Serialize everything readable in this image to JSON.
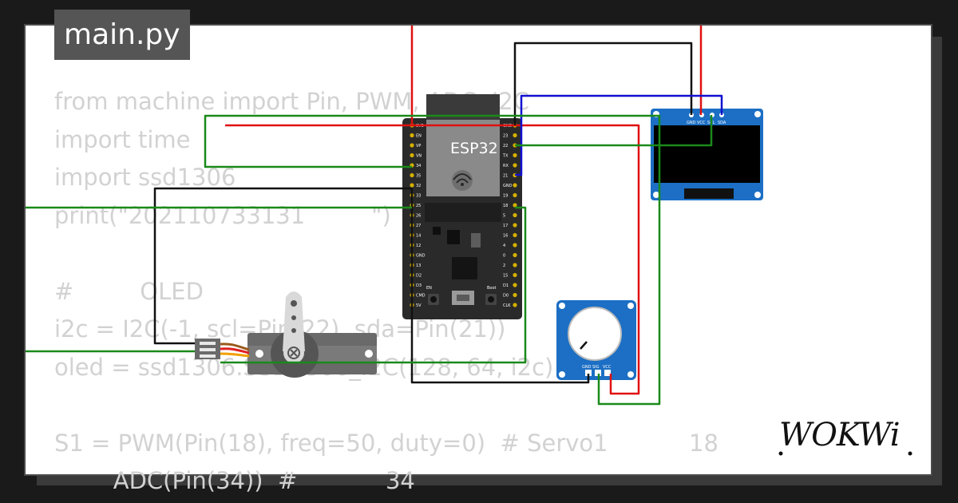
{
  "editor": {
    "file_tab": "main.py",
    "code_lines": [
      "from machine import Pin, PWM, ADC, I2C",
      "import time",
      "import ssd1306",
      "print(\"202110733131         \")",
      "",
      "#         OLED",
      "i2c = I2C(-1, scl=Pin(22), sda=Pin(21))",
      "oled = ssd1306.SSD1306_I2C(128, 64, i2c)",
      "",
      "S1 = PWM(Pin(18), freq=50, duty=0)  # Servo1           18",
      "        ADC(Pin(34))  #            34"
    ]
  },
  "circuit": {
    "esp32": {
      "label": "ESP32",
      "btn_en": "EN",
      "btn_boot": "Boot",
      "left_pins": [
        "3V3",
        "EN",
        "VP",
        "VN",
        "34",
        "35",
        "32",
        "33",
        "25",
        "26",
        "27",
        "14",
        "12",
        "GND",
        "13",
        "D2",
        "D3",
        "CMD",
        "5V"
      ],
      "right_pins": [
        "GND",
        "23",
        "22",
        "TX",
        "RX",
        "21",
        "GND",
        "19",
        "18",
        "5",
        "17",
        "16",
        "4",
        "0",
        "2",
        "15",
        "D1",
        "D0",
        "CLK"
      ]
    },
    "oled": {
      "pin_labels": [
        "GND",
        "VCC",
        "SCL",
        "SDA"
      ]
    },
    "potentiometer": {
      "pin_labels": [
        "GND",
        "SIG",
        "VCC"
      ]
    },
    "wire_colors": {
      "power": "#e01010",
      "ground": "#111111",
      "signal": "#1a8a1a",
      "i2c_sda": "#1010d0"
    }
  },
  "brand": {
    "logo_text": "WOKWi"
  }
}
